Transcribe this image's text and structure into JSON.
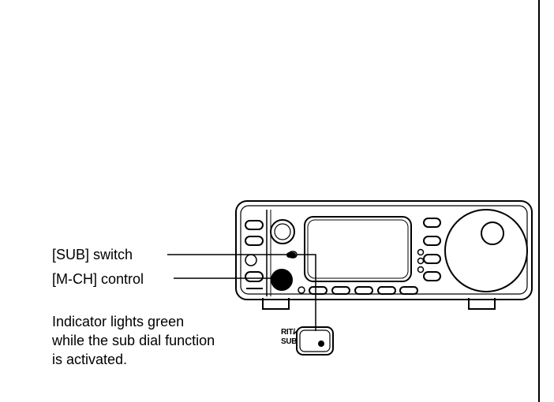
{
  "callouts": {
    "sub_switch": "[SUB] switch",
    "mch_control": "[M-CH] control"
  },
  "note_lines": [
    "Indicator lights green",
    "while the sub dial function",
    "is activated."
  ],
  "key_label": [
    "RIT/",
    "SUB"
  ],
  "colors": {
    "ink": "#000000",
    "background": "#ffffff"
  }
}
